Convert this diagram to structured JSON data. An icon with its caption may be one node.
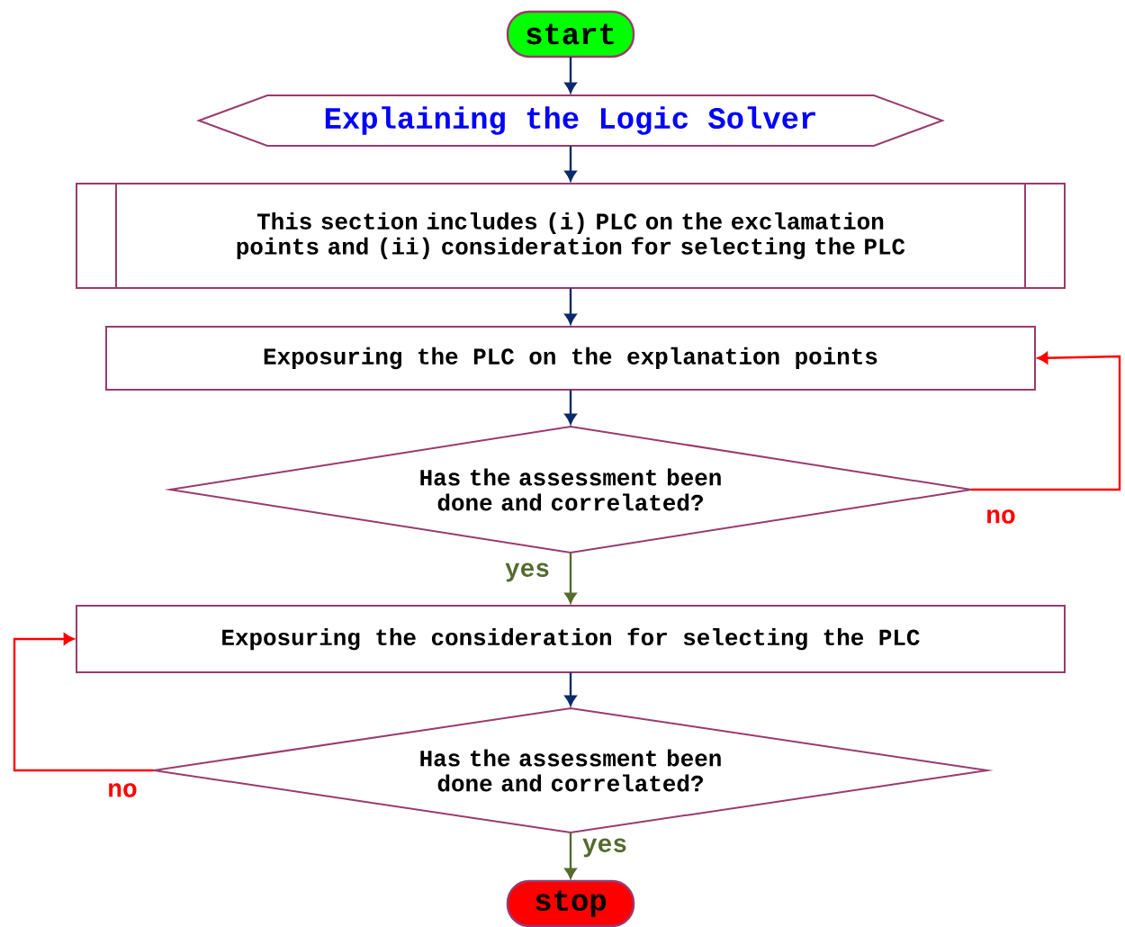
{
  "diagram": {
    "nodes": [
      {
        "text": [
          "start"
        ]
      },
      {
        "text": [
          "Explaining the Logic Solver"
        ]
      },
      {
        "text": [
          "This section includes (i) PLC on the exclamation points and (ii) consideration for selecting the PLC"
        ]
      },
      {
        "text": [
          "Exposuring the PLC on the explanation points"
        ]
      },
      {
        "text": [
          "Has the assessment been done and correlated?"
        ]
      },
      {
        "text": [
          "Exposuring the consideration for selecting the PLC"
        ]
      },
      {
        "text": [
          "Has the assessment been done and correlated?"
        ]
      },
      {
        "text": [
          "stop"
        ]
      }
    ],
    "edges": [
      {
        "from": 0,
        "to": 1,
        "arrow": "to"
      },
      {
        "from": 1,
        "to": 2,
        "arrow": "to"
      },
      {
        "from": 2,
        "to": 3,
        "arrow": "to"
      },
      {
        "from": 3,
        "to": 4,
        "arrow": "to"
      },
      {
        "from": 4,
        "to": 5,
        "arrow": "to",
        "label": "yes",
        "color": "#556b2f"
      },
      {
        "from": 4,
        "to": 3,
        "arrow": "to",
        "label": "no",
        "color": "#ff0000"
      },
      {
        "from": 5,
        "to": 6,
        "arrow": "to"
      },
      {
        "from": 6,
        "to": 5,
        "arrow": "to",
        "label": "no",
        "color": "#ff0000"
      },
      {
        "from": 6,
        "to": 7,
        "arrow": "to",
        "label": "yes",
        "color": "#556b2f"
      }
    ]
  }
}
